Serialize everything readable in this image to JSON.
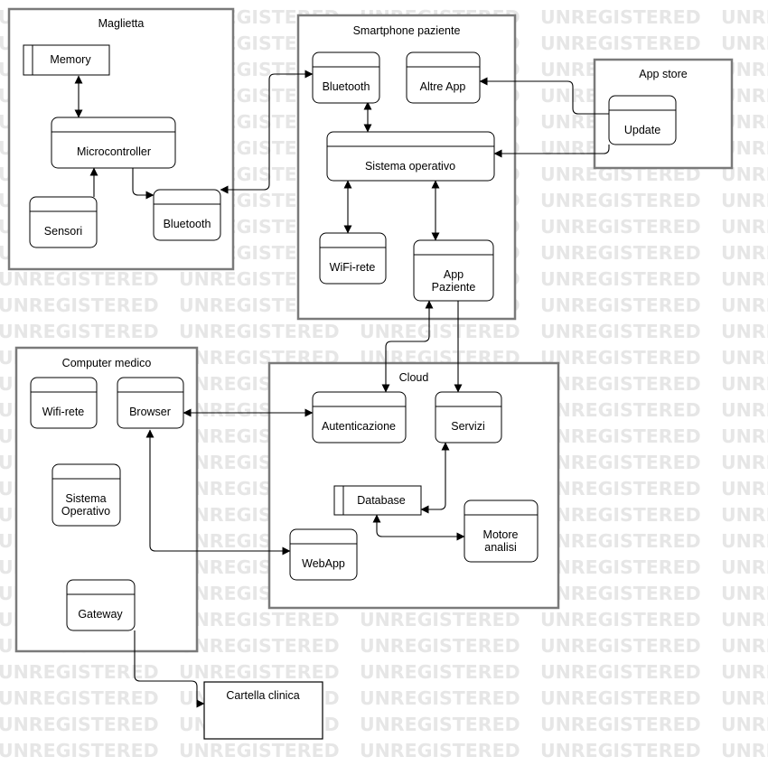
{
  "watermark": "UNREGISTERED",
  "containers": {
    "maglietta": "Maglietta",
    "smartphone": "Smartphone paziente",
    "app_store": "App store",
    "computer_medico": "Computer medico",
    "cloud": "Cloud"
  },
  "nodes": {
    "memory": "Memory",
    "microcontroller": "Microcontroller",
    "sensori": "Sensori",
    "bluetooth_maglietta": "Bluetooth",
    "bluetooth_phone": "Bluetooth",
    "altre_app": "Altre App",
    "sistema_operativo_phone": "Sistema operativo",
    "wifi_rete_phone": "WiFi-rete",
    "app_paziente": [
      "App",
      "Paziente"
    ],
    "update": "Update",
    "wifi_rete_pc": "Wifi-rete",
    "browser": "Browser",
    "sistema_operativo_pc": [
      "Sistema",
      "Operativo"
    ],
    "gateway": "Gateway",
    "autenticazione": "Autenticazione",
    "servizi": "Servizi",
    "database": "Database",
    "motore_analisi": [
      "Motore",
      "analisi"
    ],
    "webapp": "WebApp",
    "cartella_clinica": "Cartella clinica"
  }
}
